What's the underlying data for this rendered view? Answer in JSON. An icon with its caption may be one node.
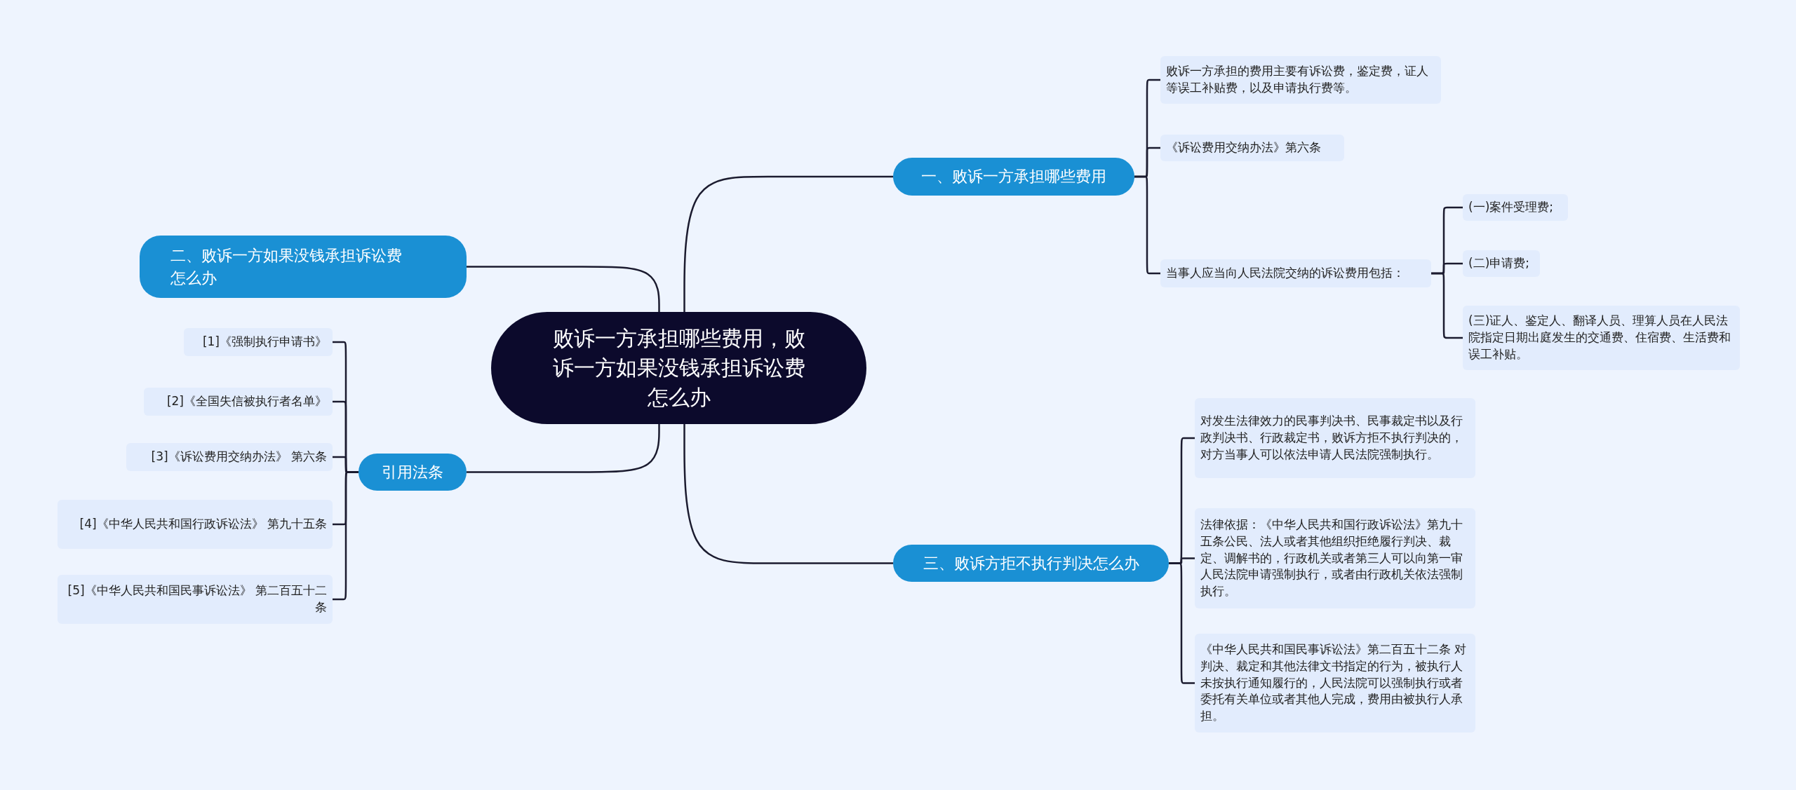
{
  "diagram": {
    "nodes": [
      {
        "text": [
          "败诉一方承担哪些费用，败诉一方如果没钱承担诉讼费怎么办"
        ]
      },
      {
        "text": [
          "一、败诉一方承担哪些费用"
        ]
      },
      {
        "text": [
          "败诉一方承担的费用主要有诉讼费，鉴定费，证人等误工补贴费，以及申请执行费等。"
        ]
      },
      {
        "text": [
          "《诉讼费用交纳办法》第六条"
        ]
      },
      {
        "text": [
          "当事人应当向人民法院交纳的诉讼费用包括："
        ]
      },
      {
        "text": [
          "(一)案件受理费;"
        ]
      },
      {
        "text": [
          "(二)申请费;"
        ]
      },
      {
        "text": [
          "(三)证人、鉴定人、翻译人员、理算人员在人民法院指定日期出庭发生的交通费、住宿费、生活费和误工补贴。"
        ]
      },
      {
        "text": [
          "二、败诉一方如果没钱承担诉讼费怎么办"
        ]
      },
      {
        "text": [
          "引用法条"
        ]
      },
      {
        "text": [
          "[1]《强制执行申请书》"
        ]
      },
      {
        "text": [
          "[2]《全国失信被执行者名单》"
        ]
      },
      {
        "text": [
          "[3]《诉讼费用交纳办法》 第六条"
        ]
      },
      {
        "text": [
          "[4]《中华人民共和国行政诉讼法》 第九十五条"
        ]
      },
      {
        "text": [
          "[5]《中华人民共和国民事诉讼法》 第二百五十二条"
        ]
      },
      {
        "text": [
          "三、败诉方拒不执行判决怎么办"
        ]
      },
      {
        "text": [
          "对发生法律效力的民事判决书、民事裁定书以及行政判决书、行政裁定书，败诉方拒不执行判决的，对方当事人可以依法申请人民法院强制执行。"
        ]
      },
      {
        "text": [
          "法律依据：《中华人民共和国行政诉讼法》第九十五条公民、法人或者其他组织拒绝履行判决、裁定、调解书的，行政机关或者第三人可以向第一审人民法院申请强制执行，或者由行政机关依法强制执行。"
        ]
      },
      {
        "text": [
          "《中华人民共和国民事诉讼法》第二百五十二条 对判决、裁定和其他法律文书指定的行为，被执行人未按执行通知履行的，人民法院可以强制执行或者委托有关单位或者其他人完成，费用由被执行人承担。"
        ]
      }
    ],
    "edges": [
      {
        "from": 0,
        "to": 1,
        "arrow": "none"
      },
      {
        "from": 1,
        "to": 2,
        "arrow": "none"
      },
      {
        "from": 1,
        "to": 3,
        "arrow": "none"
      },
      {
        "from": 1,
        "to": 4,
        "arrow": "none"
      },
      {
        "from": 4,
        "to": 5,
        "arrow": "none"
      },
      {
        "from": 4,
        "to": 6,
        "arrow": "none"
      },
      {
        "from": 4,
        "to": 7,
        "arrow": "none"
      },
      {
        "from": 0,
        "to": 8,
        "arrow": "none"
      },
      {
        "from": 0,
        "to": 9,
        "arrow": "none"
      },
      {
        "from": 9,
        "to": 10,
        "arrow": "none"
      },
      {
        "from": 9,
        "to": 11,
        "arrow": "none"
      },
      {
        "from": 9,
        "to": 12,
        "arrow": "none"
      },
      {
        "from": 9,
        "to": 13,
        "arrow": "none"
      },
      {
        "from": 9,
        "to": 14,
        "arrow": "none"
      },
      {
        "from": 0,
        "to": 15,
        "arrow": "none"
      },
      {
        "from": 15,
        "to": 16,
        "arrow": "none"
      },
      {
        "from": 15,
        "to": 17,
        "arrow": "none"
      },
      {
        "from": 15,
        "to": 18,
        "arrow": "none"
      }
    ]
  }
}
